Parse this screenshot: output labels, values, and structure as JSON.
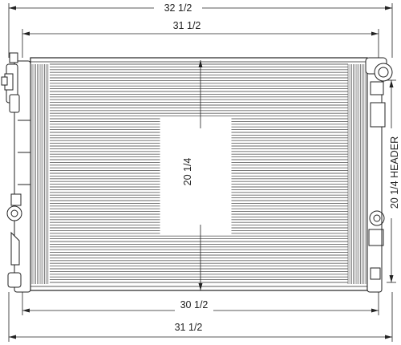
{
  "dimensions": {
    "top_outer": "32 1/2",
    "top_inner": "31 1/2",
    "center_height": "20 1/4",
    "side_header": "20 1/4 HEADER",
    "bottom_inner": "30 1/2",
    "bottom_outer": "31 1/2"
  },
  "colors": {
    "line": "#222222",
    "tube": "#555555",
    "background": "#ffffff"
  }
}
